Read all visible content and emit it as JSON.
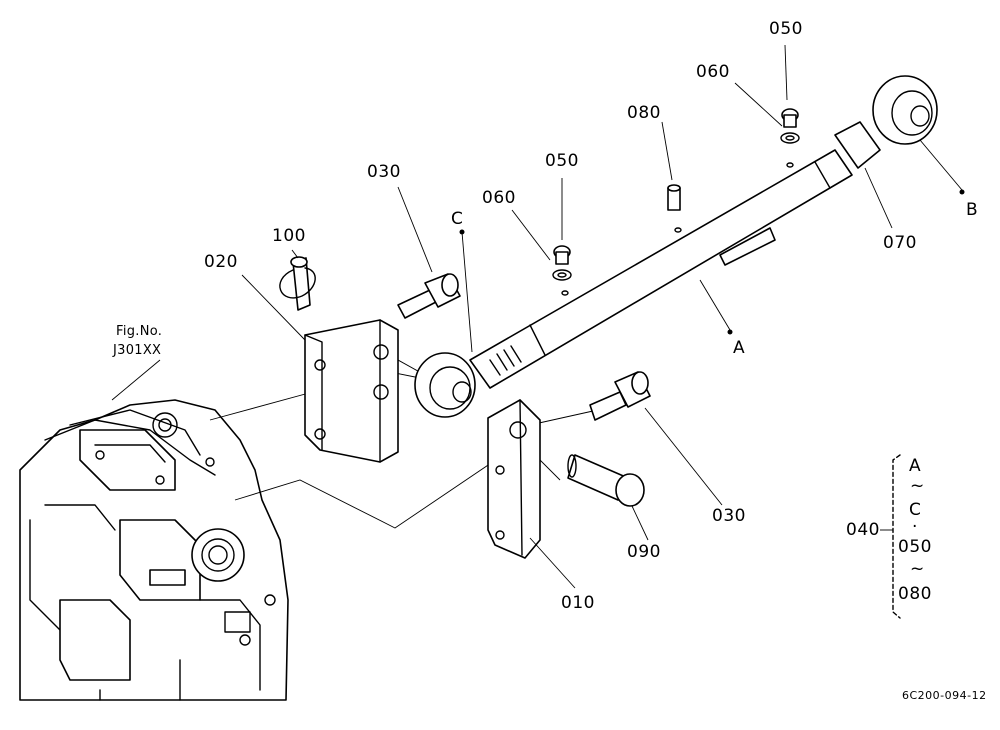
{
  "title": "",
  "callouts": {
    "p050_top": "050",
    "p060_top": "060",
    "p080": "080",
    "p050_mid": "050",
    "p060_mid": "060",
    "p030_top": "030",
    "p100": "100",
    "p020": "020",
    "fig_no_line1": "Fig.No.",
    "fig_no_line2": "J301XX",
    "ref_C": "C",
    "ref_A": "A",
    "ref_B": "B",
    "p070": "070",
    "p030_bottom": "030",
    "p090": "090",
    "p010": "010"
  },
  "assembly_bracket": {
    "label": "040",
    "lines": [
      "A",
      "~",
      "C",
      "·",
      "050",
      "~",
      "080"
    ]
  },
  "drawing_id": "6C200-094-12"
}
